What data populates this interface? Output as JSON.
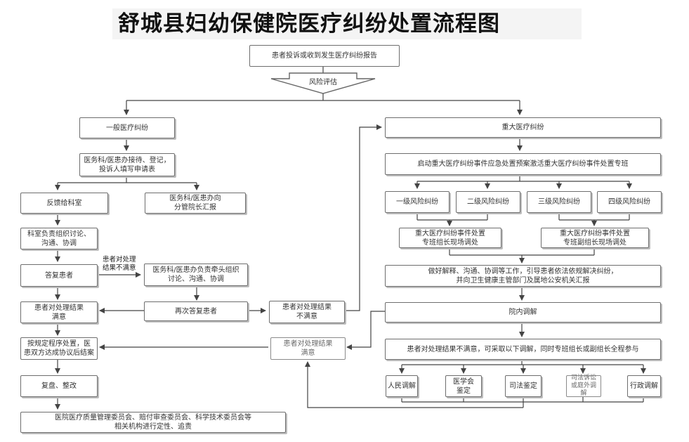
{
  "title": "舒城县妇幼保健院医疗纠纷处置流程图",
  "nodes": {
    "report": "患者投诉或收到发生医疗纠纷报告",
    "risk": "风险评估",
    "general": "一般医疗纠纷",
    "reception": "医务科/医患办接待、登记，\n投诉人填写申请表",
    "feedback": "反馈给科室",
    "report_leader": "医务科/医患办向\n分管院长汇报",
    "dept_discuss": "科室负责组织讨论、\n沟通、协调",
    "reply": "答复患者",
    "unsatisfied_label": "患者对处理\n结果不满意",
    "med_lead": "医务科/医患办负责牵头组织\n讨论、沟通、协调",
    "satisfied_left": "患者对处理结果\n满意",
    "reply_again": "再次答复患者",
    "unsatisfied_mid": "患者对处理结果\n不满意",
    "process": "按规定程序处置，医\n患双方达成协议后结案",
    "satisfied_mid": "患者对处理结果\n满意",
    "review": "复盘、整改",
    "committee": "医院医疗质量管理委员会、赔付审查委员会、科学技术委员会等\n相关机构进行定性、追责",
    "major": "重大医疗纠纷",
    "emergency": "启动重大医疗纠纷事件应急处置预案激活重大医疗纠纷事件处置专班",
    "level1": "一级风险纠纷",
    "level2": "二级风险纠纷",
    "level3": "三级风险纠纷",
    "level4": "四级风险纠纷",
    "onsite_leader": "重大医疗纠纷事件处置\n专班组长现场调处",
    "onsite_deputy": "重大医疗纠纷事件处置\n专班副组长现场调处",
    "explain": "做好解释、沟通、协调等工作，引导患者依法依规解决纠纷，\n并向卫生健康主管部门及属地公安机关汇报",
    "internal_mediation": "院内调解",
    "mediation_options": "患者对处理结果不满意，可采取以下调解，同时专班组长或副组长全程参与",
    "people_mediation": "人民调解",
    "medical_society": "医学会\n鉴定",
    "judicial_appraisal": "司法鉴定",
    "judicial_litigation": "司法诉讼\n或庭外调解",
    "admin_mediation": "行政调解"
  },
  "colors": {
    "border": "#6e6e6e",
    "line": "#444444",
    "title_bg": "#f4f4f4"
  }
}
